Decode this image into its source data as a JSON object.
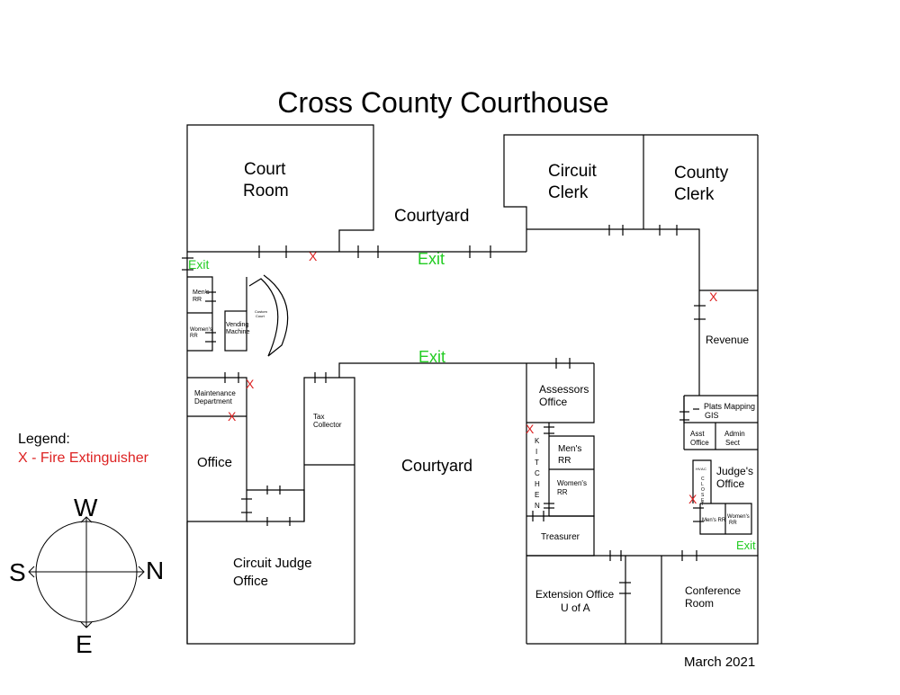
{
  "title": "Cross County Courthouse",
  "date": "March 2021",
  "legend": {
    "title": "Legend:",
    "item": "X - Fire Extinguisher"
  },
  "compass": {
    "top": "W",
    "left": "S",
    "right": "N",
    "bottom": "E"
  },
  "rooms": {
    "court_room": [
      "Court",
      "Room"
    ],
    "courtyard_top": "Courtyard",
    "circuit_clerk": [
      "Circuit",
      "Clerk"
    ],
    "county_clerk": [
      "County",
      "Clerk"
    ],
    "mens_rr_left": [
      "Men's",
      "RR"
    ],
    "womens_rr_left": [
      "Women's",
      "RR"
    ],
    "vending": [
      "Vending",
      "Machine"
    ],
    "curved_label": [
      "Custom",
      "Court"
    ],
    "revenue": "Revenue",
    "maintenance": [
      "Maintenance",
      "Department"
    ],
    "tax_collector": [
      "Tax",
      "Collector"
    ],
    "assessors": [
      "Assessors",
      "Office"
    ],
    "plats": [
      "Plats Mapping",
      "GIS"
    ],
    "asst_office": [
      "Asst",
      "Office"
    ],
    "admin_sect": [
      "Admin",
      "Sect"
    ],
    "office": "Office",
    "courtyard_main": "Courtyard",
    "kitchen": [
      "K",
      "I",
      "T",
      "C",
      "H",
      "E",
      "N"
    ],
    "mens_rr_mid": [
      "Men's",
      "RR"
    ],
    "womens_rr_mid": [
      "Women's",
      "RR"
    ],
    "judges_office": [
      "Judge's",
      "Office"
    ],
    "hvac": [
      "H",
      "V",
      "A",
      "C"
    ],
    "closet": [
      "C",
      "L",
      "O",
      "S",
      "E",
      "T"
    ],
    "mens_rr_right": "Men's RR",
    "womens_rr_right": [
      "Women's",
      "RR"
    ],
    "treasurer": "Treasurer",
    "circuit_judge": [
      "Circuit Judge",
      "Office"
    ],
    "extension": [
      "Extension Office",
      "U of A"
    ],
    "conference": [
      "Conference",
      "Room"
    ]
  },
  "exits": [
    "Exit",
    "Exit",
    "Exit",
    "Exit"
  ],
  "extinguisher_mark": "X",
  "colors": {
    "exit": "#22cc22",
    "extinguisher": "#dd2222",
    "walls": "#000000"
  }
}
